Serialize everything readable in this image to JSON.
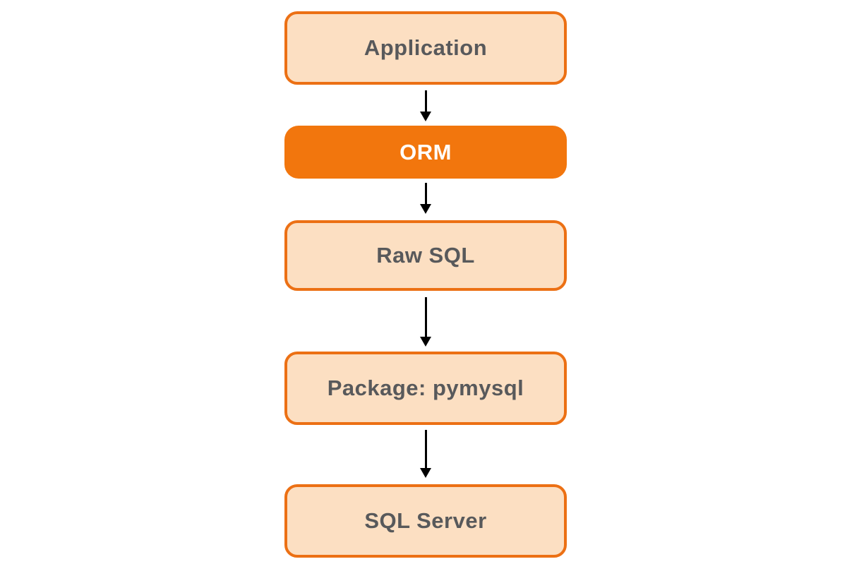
{
  "diagram": {
    "nodes": [
      {
        "label": "Application",
        "variant": "light"
      },
      {
        "label": "ORM",
        "variant": "solid"
      },
      {
        "label": "Raw SQL",
        "variant": "light"
      },
      {
        "label": "Package: pymysql",
        "variant": "light"
      },
      {
        "label": "SQL Server",
        "variant": "light"
      }
    ],
    "connectors": [
      {
        "from": "Application",
        "to": "ORM",
        "direction": "down"
      },
      {
        "from": "ORM",
        "to": "Raw SQL",
        "direction": "down"
      },
      {
        "from": "Raw SQL",
        "to": "Package: pymysql",
        "direction": "down"
      },
      {
        "from": "Package: pymysql",
        "to": "SQL Server",
        "direction": "down"
      }
    ],
    "colors": {
      "background": "#FFFFFF",
      "border": "#EC7014",
      "light_fill": "#FCDFC2",
      "solid_fill": "#F2760D",
      "text": "#58595B",
      "solid_text": "#FFFFFF",
      "arrow": "#000000"
    }
  }
}
